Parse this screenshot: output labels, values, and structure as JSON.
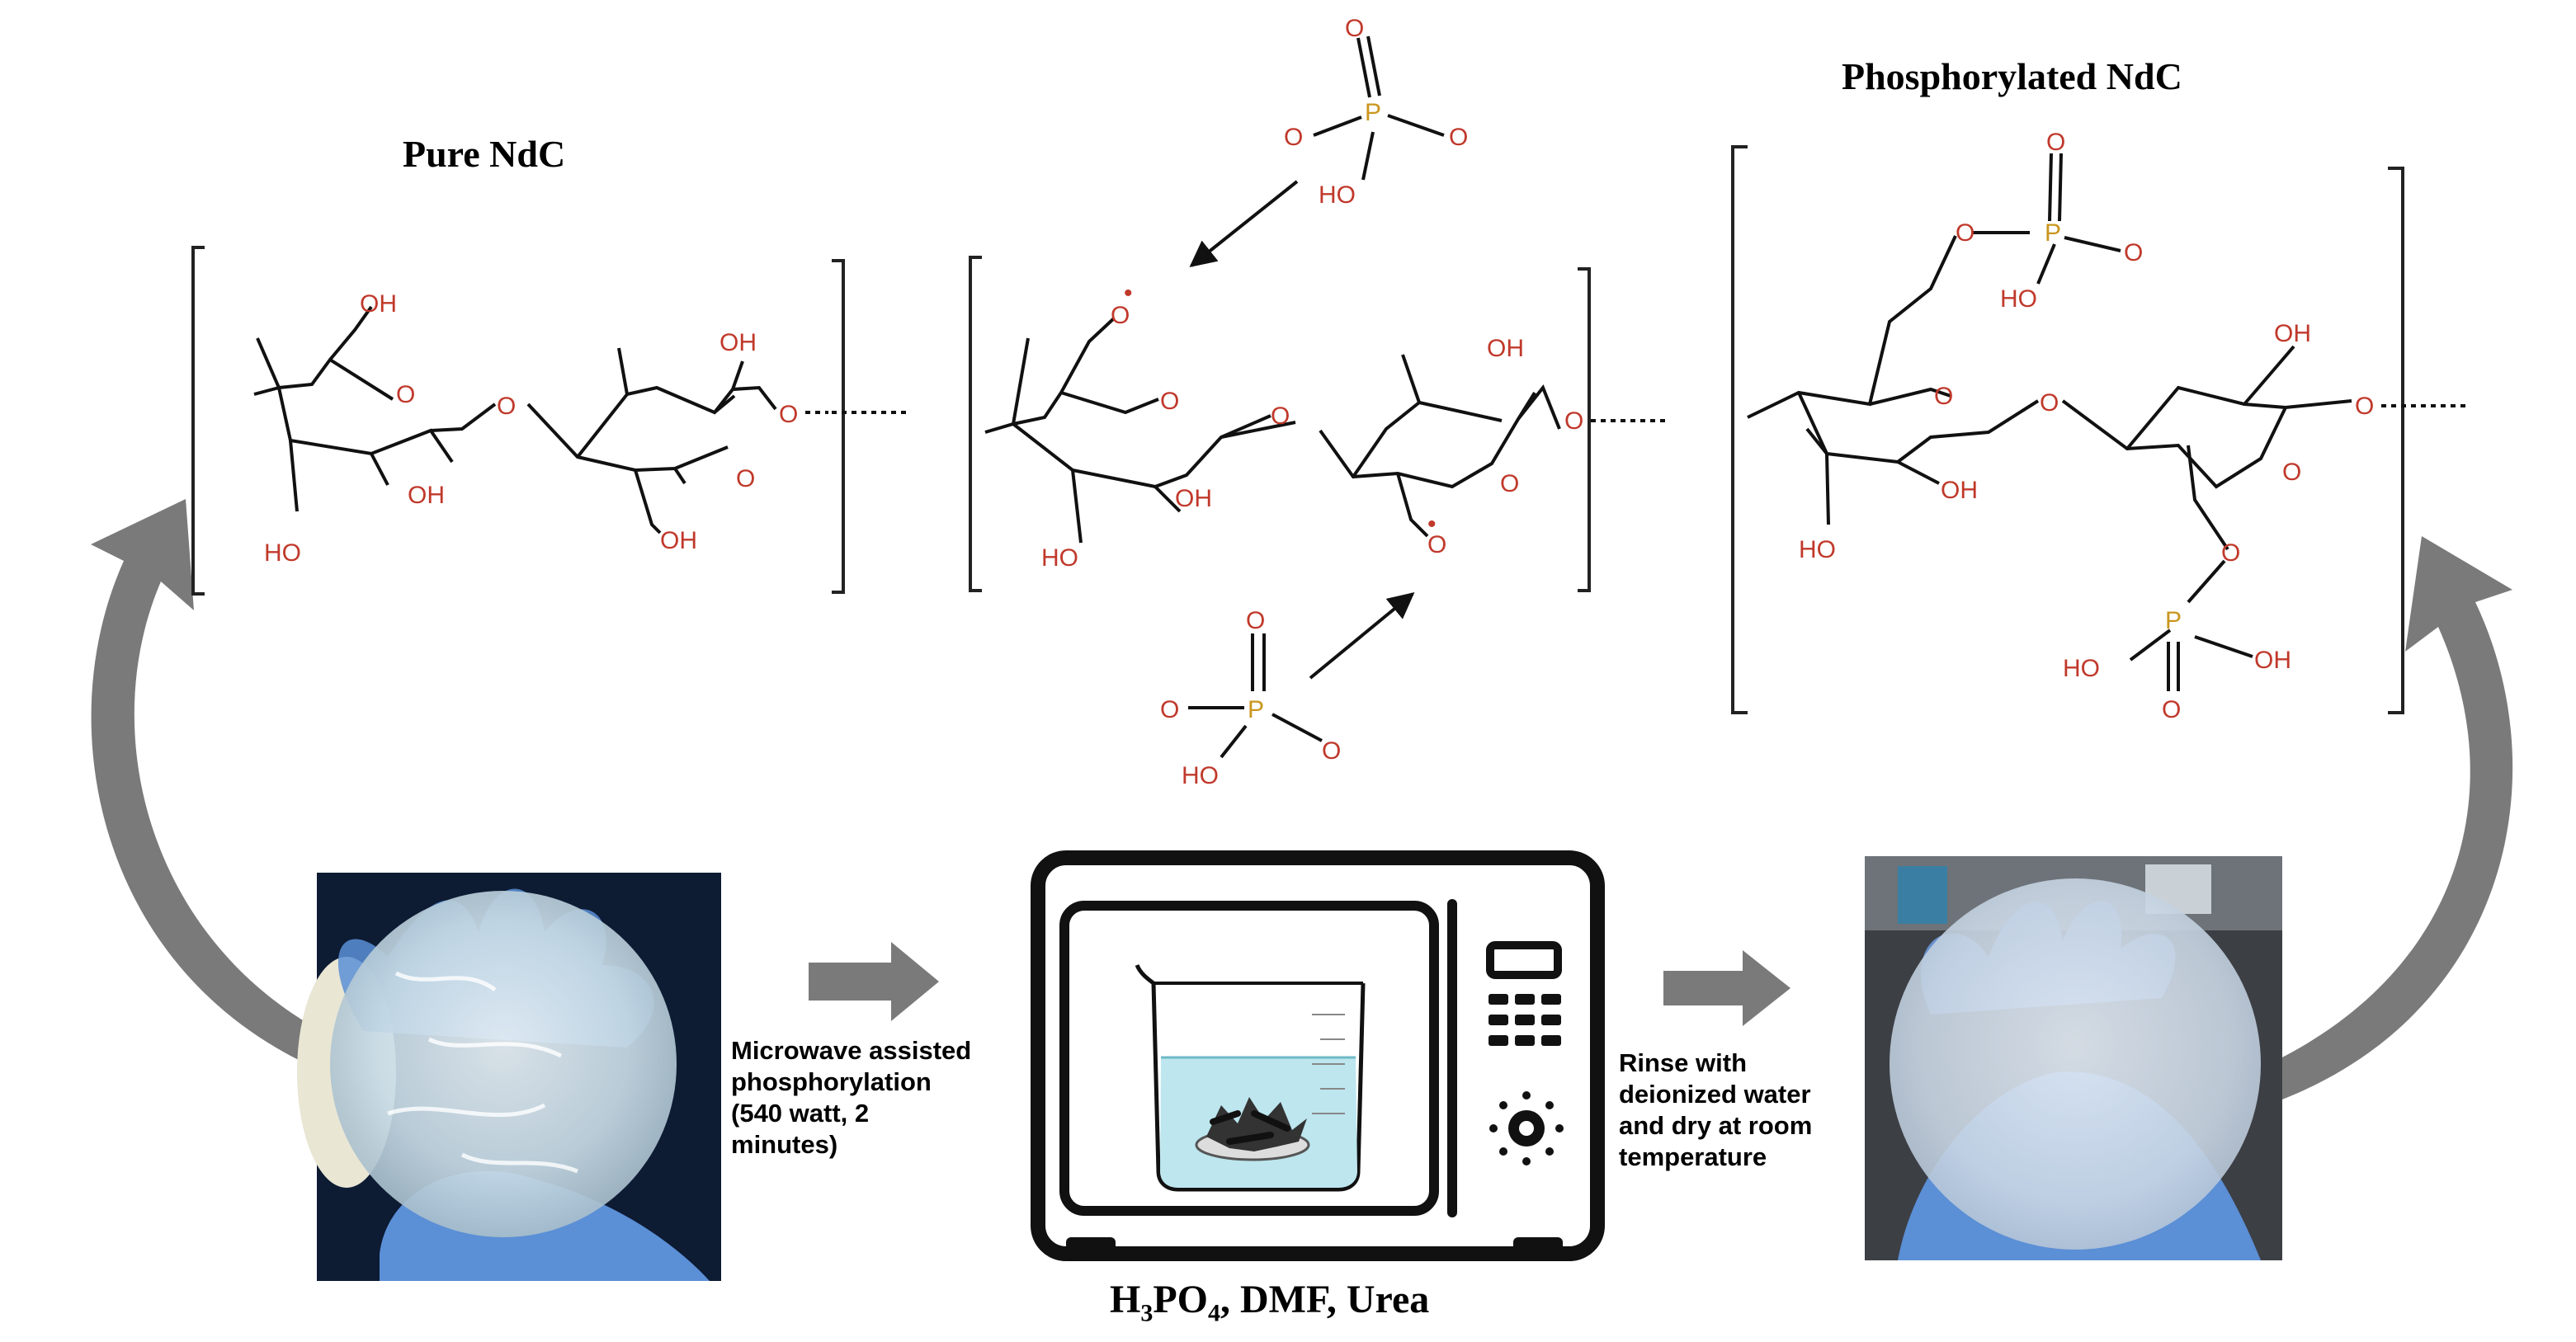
{
  "titles": {
    "pure": "Pure NdC",
    "phosphorylated": "Phosphorylated NdC",
    "reagents": {
      "h": "H",
      "sub3": "3",
      "po": "PO",
      "sub4": "4",
      "rest": ", DMF, Urea"
    }
  },
  "captions": {
    "microwave": [
      "Microwave assisted",
      "phosphorylation",
      "(540 watt, 2",
      "minutes)"
    ],
    "rinse": [
      "Rinse with",
      "deionized water",
      "and dry at room",
      "temperature"
    ]
  },
  "atoms": {
    "O": "O",
    "OH": "OH",
    "HO": "HO",
    "P": "P",
    "radical": "•"
  },
  "colors": {
    "oxygen": "#c0392b",
    "phosphorus": "#c9961e",
    "bond": "#111111",
    "arrow": "#7a7a7a",
    "glove": "#5b8fd6",
    "water": "#bde6ee"
  }
}
